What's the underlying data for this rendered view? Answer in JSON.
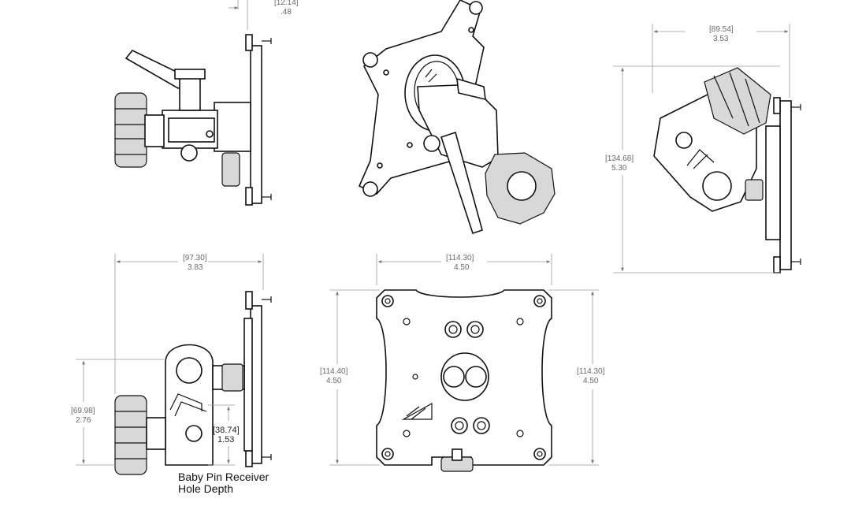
{
  "dimensions": {
    "lever_offset": {
      "mm": "[12.14]",
      "in": ".48"
    },
    "iso_width": {
      "mm": "[89.54]",
      "in": "3.53"
    },
    "iso_height": {
      "mm": "[134.68]",
      "in": "5.30"
    },
    "side_width": {
      "mm": "[97.30]",
      "in": "3.83"
    },
    "side_height": {
      "mm": "[69.98]",
      "in": "2.76"
    },
    "hole_depth": {
      "mm": "[38.74]",
      "in": "1.53"
    },
    "plate_width": {
      "mm": "[114.30]",
      "in": "4.50"
    },
    "plate_height_left": {
      "mm": "[114.40]",
      "in": "4.50"
    },
    "plate_height_right": {
      "mm": "[114.30]",
      "in": "4.50"
    }
  },
  "notes": {
    "receiver_line1": "Baby Pin Receiver",
    "receiver_line2": "Hole Depth"
  }
}
